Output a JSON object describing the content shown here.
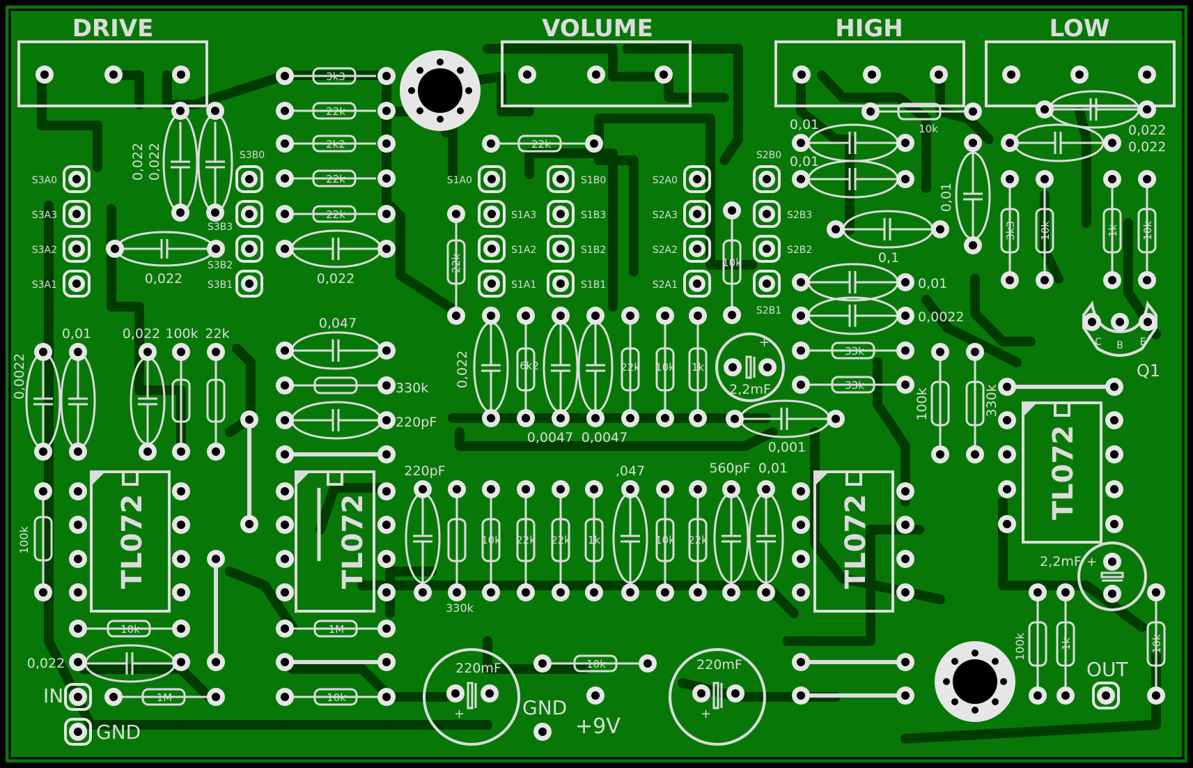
{
  "colors": {
    "board": "#077807",
    "copper": "#003c00",
    "silk": "#dcdcdc",
    "pad_ring": "#e6e6e6",
    "pad_hole": "#000000",
    "frame": "#000000"
  },
  "pots": {
    "drive": "DRIVE",
    "volume": "VOLUME",
    "high": "HIGH",
    "low": "LOW"
  },
  "connectors": {
    "in": "IN",
    "gnd_in": "GND",
    "gnd_power": "GND",
    "plus_9v": "+9V",
    "out": "OUT"
  },
  "transistor": {
    "name": "Q1",
    "pins": [
      "C",
      "B",
      "E"
    ]
  },
  "ic_label": "TL072",
  "switch_pads": {
    "s3a": [
      "S3A0",
      "S3A3",
      "S3A2",
      "S3A1"
    ],
    "s3b": [
      "S3B0",
      "S3B3",
      "S3B2",
      "S3B1"
    ],
    "s1a": [
      "S1A0",
      "S1A3",
      "S1A2",
      "S1A1"
    ],
    "s1b": [
      "S1B0",
      "S1B3",
      "S1B2",
      "S1B1"
    ],
    "s2a": [
      "S2A0",
      "S2A3",
      "S2A2",
      "S2A1"
    ],
    "s2b": [
      "S2B0",
      "S2B3",
      "S2B2",
      "S2B1"
    ]
  },
  "resistor_values": {
    "r_3k3": "3k3",
    "r_22k_a": "22k",
    "r_2k2": "2k2",
    "r_22k_b": "22k",
    "r_22k_c": "22k",
    "r_22k_top": "22k",
    "r_10k_high": "10k",
    "r_22k_s1": "22k",
    "r_10k_s2": "10k",
    "r_3k3_b": "3k3",
    "r_10k_b": "10k",
    "r_1k_b": "1k",
    "r_10k_c": "10k",
    "r_6k2": "6k2",
    "r_22k_d": "22k",
    "r_10k_d": "10k",
    "r_1k_d": "1k",
    "r_33k_a": "33k",
    "r_33k_b": "33k",
    "r_10k_e": "10k",
    "r_22k_e": "22k",
    "r_22k_f": "22k",
    "r_1k_e": "1k",
    "r_10k_f": "10k",
    "r_22k_g": "22k",
    "r_10k_g": "10k",
    "r_1m_a": "1M",
    "r_10k_h": "10k",
    "r_1m_in": "1M",
    "r_10k_pwr": "10k",
    "r_1k_out": "1k",
    "r_10k_out": "10k"
  },
  "value_labels": {
    "c_0022_a": "0,022",
    "c_0022_b": "0,022",
    "c_0022_c": "0,022",
    "c_0022_d": "0,022",
    "c_0047": "0,047",
    "r_330k": "330k",
    "c_220pf": "220pF",
    "c_00022": "0,0022",
    "c_001": "0,01",
    "c_0022_e": "0,022",
    "r_100k": "100k",
    "r_22k_lbl": "22k",
    "c_001_h1": "0,01",
    "c_001_h2": "0,01",
    "r_10k_h": "10k",
    "c_0022_l1": "0,022",
    "c_0022_l2": "0,022",
    "c_001_v": "0,01",
    "c_01": "0,1",
    "c_001_b": "0,01",
    "c_00022_b": "0,0022",
    "c_0022_s1": "0,022",
    "c_00047_a": "0,0047",
    "c_00047_b": "0,0047",
    "e_22mf_a": "2,2mF",
    "c_0001": "0,001",
    "r_100k_q": "100k",
    "r_330k_q": "330k",
    "c_220pf_b": "220pF",
    "c_0047_b": ",047",
    "c_560pf": "560pF",
    "c_001_c": "0,01",
    "r_330k_b": "330k",
    "r_100k_l": "100k",
    "c_0022_in": "0,022",
    "e_220mf_a": "220mF",
    "e_220mf_b": "220mF",
    "e_22mf_b": "2,2mF",
    "r_100k_out": "100k"
  }
}
